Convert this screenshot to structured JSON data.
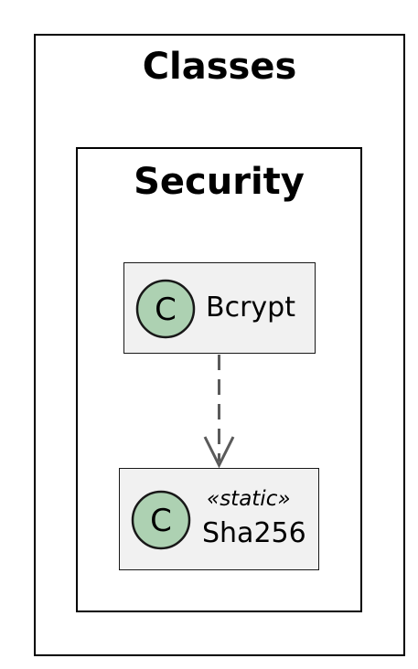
{
  "outer_package": {
    "title": "Classes"
  },
  "inner_package": {
    "title": "Security"
  },
  "classes": [
    {
      "name": "Bcrypt",
      "icon_letter": "C",
      "stereotype": ""
    },
    {
      "name": "Sha256",
      "icon_letter": "C",
      "stereotype": "«static»"
    }
  ],
  "relation": {
    "from": "Bcrypt",
    "to": "Sha256",
    "style": "dashed-dependency"
  },
  "colors": {
    "icon_fill": "#add1b2",
    "box_fill": "#f1f1f1",
    "arrow": "#5a5a5a",
    "border": "#181818"
  }
}
